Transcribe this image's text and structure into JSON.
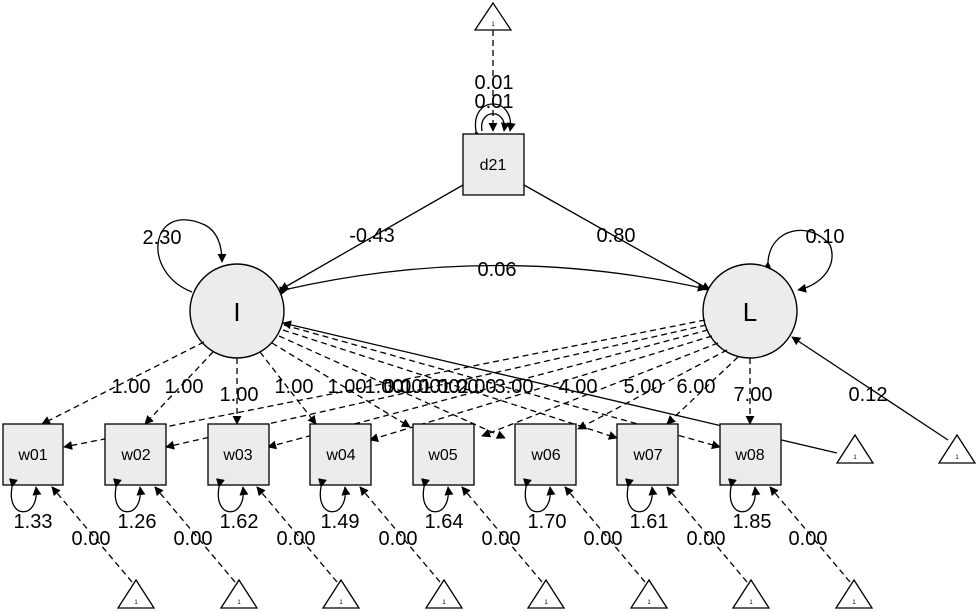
{
  "nodes": {
    "d21": "d21",
    "intercept": "I",
    "slope": "L",
    "observed": [
      "w01",
      "w02",
      "w03",
      "w04",
      "w05",
      "w06",
      "w07",
      "w08"
    ],
    "constant": "1"
  },
  "d21_variances": [
    "0.01",
    "0.01"
  ],
  "regressions": {
    "d21_to_I": "-0.43",
    "d21_to_L": "0.80"
  },
  "latent_variances": {
    "I": "2.30",
    "L": "0.10"
  },
  "latent_covariance": "0.06",
  "slope_mean": "0.12",
  "intercept_loadings": [
    "1.00",
    "1.00",
    "1.00",
    "1.00",
    "1.00",
    "1.00",
    "1.00",
    "1.00"
  ],
  "slope_loadings": [
    "0.00",
    "1.00",
    "2.00",
    "3.00",
    "4.00",
    "5.00",
    "6.00",
    "7.00"
  ],
  "residual_variances": [
    "1.33",
    "1.26",
    "1.62",
    "1.49",
    "1.64",
    "1.70",
    "1.61",
    "1.85"
  ],
  "observed_means": [
    "0.00",
    "0.00",
    "0.00",
    "0.00",
    "0.00",
    "0.00",
    "0.00",
    "0.00"
  ]
}
